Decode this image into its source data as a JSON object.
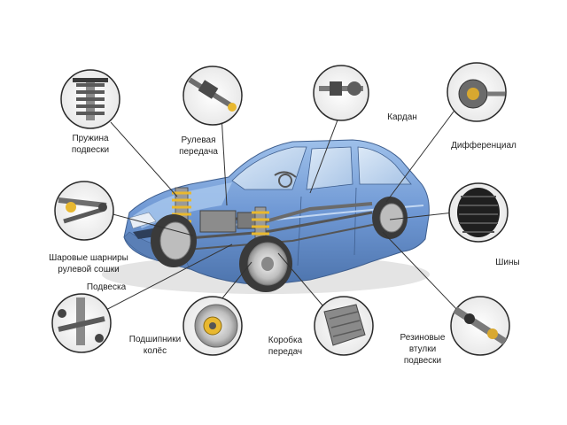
{
  "labels": {
    "spring": [
      "Пружина",
      "подвески"
    ],
    "steering": [
      "Рулевая",
      "передача"
    ],
    "cardan": [
      "Кардан"
    ],
    "differential": [
      "Дифференциал"
    ],
    "ball_joints": [
      "Шаровые шарниры",
      "рулевой сошки"
    ],
    "tires": [
      "Шины"
    ],
    "suspension": [
      "Подвеска"
    ],
    "wheel_bearings": [
      "Подшипники",
      "колёс"
    ],
    "gearbox": [
      "Коробка",
      "передач"
    ],
    "bushings": [
      "Резиновые",
      "втулки",
      "подвески"
    ]
  },
  "colors": {
    "car_body": "#6f98d4",
    "car_dark": "#4d74ad",
    "leader_line": "#333333",
    "callout_ring": "#2a2a2a",
    "spring_yellow": "#e8b830"
  },
  "icons": [
    "coil-spring-icon",
    "steering-gear-icon",
    "cardan-shaft-icon",
    "differential-icon",
    "ball-joint-icon",
    "tire-icon",
    "suspension-arm-icon",
    "brake-disc-icon",
    "gearbox-icon",
    "bushing-icon"
  ]
}
